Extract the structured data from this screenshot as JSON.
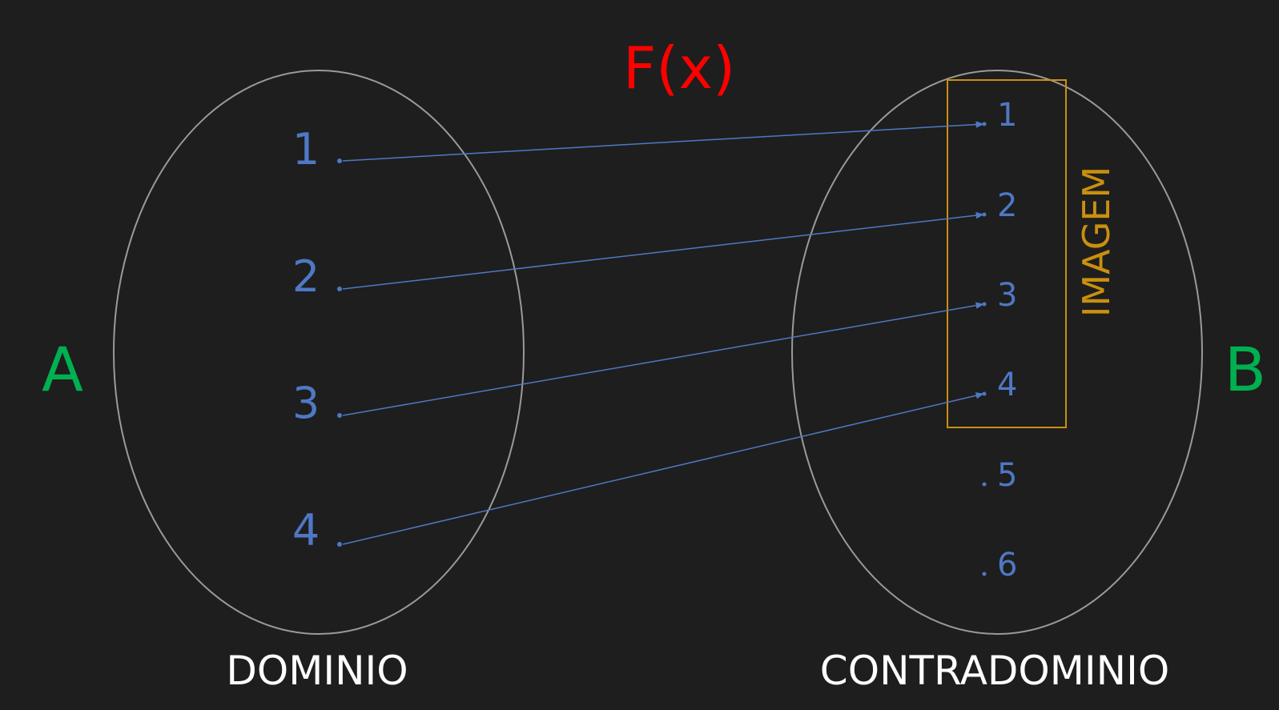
{
  "title": "F(x)",
  "set_a": {
    "name": "A",
    "caption": "DOMINIO",
    "elements": [
      "1",
      "2",
      "3",
      "4"
    ]
  },
  "set_b": {
    "name": "B",
    "caption": "CONTRADOMINIO",
    "elements": [
      "1",
      "2",
      "3",
      "4",
      "5",
      "6"
    ]
  },
  "image_label": "IMAGEM",
  "mapping": [
    {
      "from": "1",
      "to": "1"
    },
    {
      "from": "2",
      "to": "2"
    },
    {
      "from": "3",
      "to": "3"
    },
    {
      "from": "4",
      "to": "4"
    }
  ],
  "colors": {
    "background": "#1e1e1e",
    "title": "#ff0000",
    "set_name": "#00b050",
    "element": "#4f78c4",
    "arrow": "#4f78c4",
    "ellipse": "#9a9a9a",
    "image_box": "#c9900f",
    "caption": "#ffffff"
  }
}
